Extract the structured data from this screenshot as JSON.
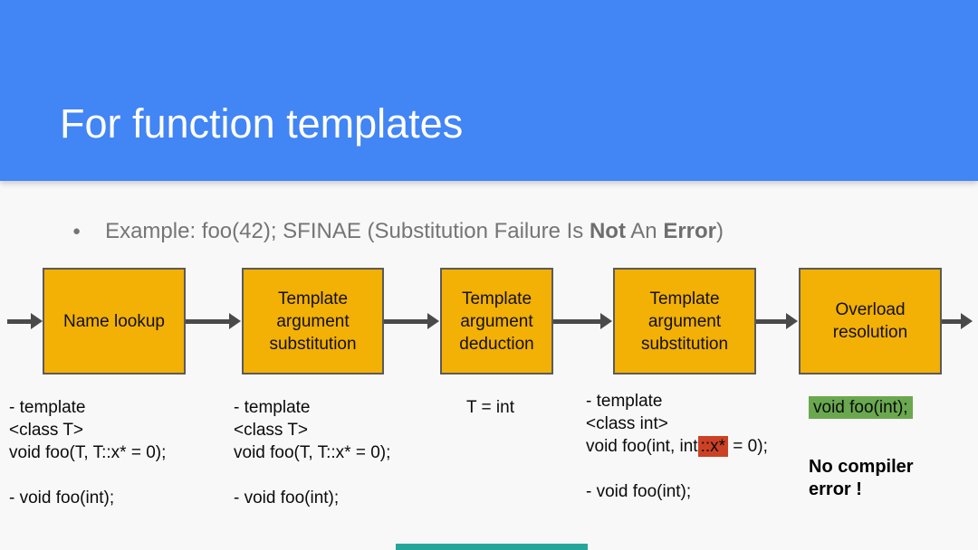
{
  "header": {
    "title": "For function templates",
    "background_color": "#4285F4",
    "title_color": "#FFFFFF"
  },
  "bullet": {
    "marker": "●",
    "seg1": "Example: foo(42); SFINAE (Substitution Failure Is ",
    "bold1": "Not",
    "seg2": " An ",
    "bold2": "Error",
    "seg3": ")"
  },
  "flow": {
    "box_fill_color": "#F3B005",
    "box_border_color": "#5A5A5A",
    "arrow_color": "#4A4A4A",
    "boxes": [
      {
        "label": "Name lookup"
      },
      {
        "label": "Template argument substitution"
      },
      {
        "label": "Template argument deduction"
      },
      {
        "label": "Template argument substitution"
      },
      {
        "label": "Overload resolution"
      }
    ]
  },
  "notes": {
    "col1": {
      "line1": "- template",
      "line2": "<class T>",
      "line3": "void foo(T, T::x* = 0);",
      "line4": "- void foo(int);"
    },
    "col2": {
      "line1": "- template",
      "line2": "<class T>",
      "line3": "void foo(T, T::x* = 0);",
      "line4": "- void foo(int);"
    },
    "col3": {
      "line1": "T = int"
    },
    "col4": {
      "line1": "- template",
      "line2": "<class int>",
      "line3_pre": "void foo(int, int",
      "line3_highlight": "::x*",
      "line3_post": " = 0);",
      "line4": "- void foo(int);",
      "highlight_color": "#CC4125"
    },
    "col5": {
      "result": "void foo(int);",
      "result_highlight_color": "#6AA84F",
      "note_line1": "No compiler",
      "note_line2": "error !"
    }
  },
  "footer": {
    "bar_color": "#26A69A"
  }
}
